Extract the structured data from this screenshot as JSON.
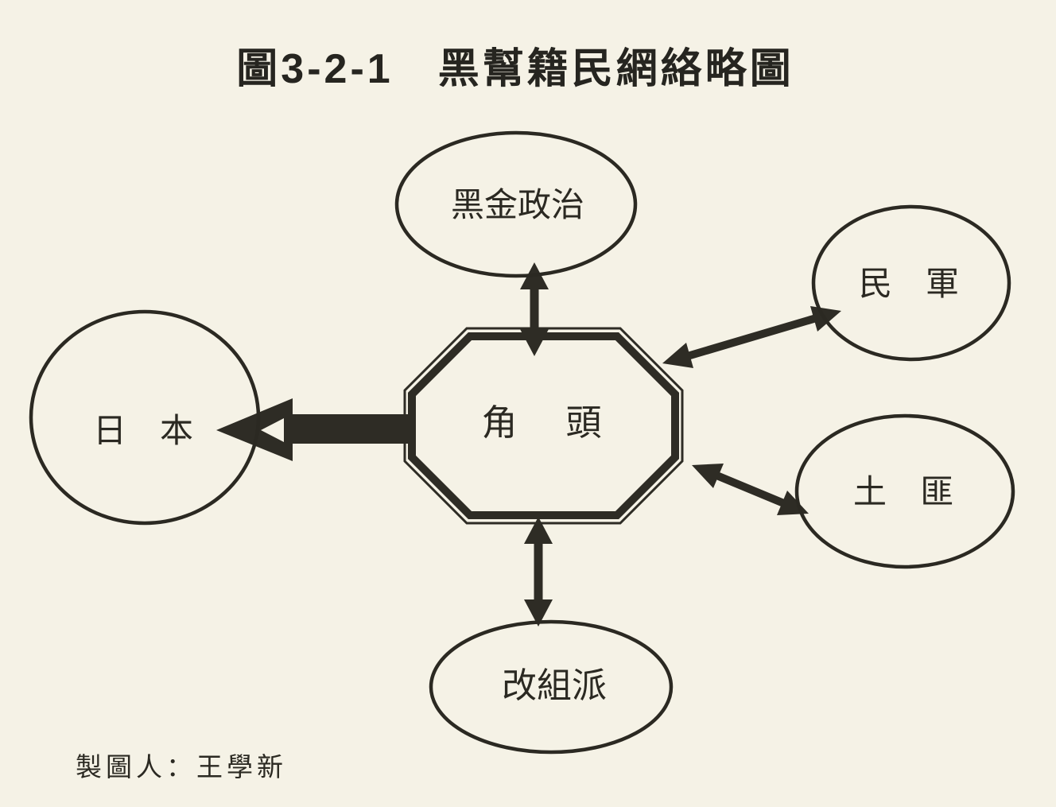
{
  "page": {
    "title": "圖3-2-1　黑幫籍民網絡略圖",
    "caption": "製圖人：王學新",
    "ink_color": "#2e2c25",
    "paper_color": "#f5f2e6"
  },
  "diagram": {
    "type": "network-sketch",
    "center_node": {
      "id": "jiaotou",
      "label": "角　頭",
      "shape": "double-octagon"
    },
    "nodes": [
      {
        "id": "heijin-zhengzhi",
        "label": "黑金政治",
        "shape": "ellipse",
        "position": "top"
      },
      {
        "id": "minjun",
        "label": "民　軍",
        "shape": "ellipse",
        "position": "upper-right"
      },
      {
        "id": "tufei",
        "label": "土　匪",
        "shape": "ellipse",
        "position": "lower-right"
      },
      {
        "id": "riben",
        "label": "日　本",
        "shape": "ellipse",
        "position": "left"
      },
      {
        "id": "gaizupai",
        "label": "改組派",
        "shape": "ellipse",
        "position": "bottom"
      }
    ],
    "edges": [
      {
        "from": "角頭",
        "to": "黑金政治",
        "style": "double-headed-arrow"
      },
      {
        "from": "角頭",
        "to": "民軍",
        "style": "double-headed-arrow"
      },
      {
        "from": "角頭",
        "to": "土匪",
        "style": "double-headed-arrow"
      },
      {
        "from": "角頭",
        "to": "日本",
        "style": "thick-arrow-to-japan"
      },
      {
        "from": "角頭",
        "to": "改組派",
        "style": "double-headed-arrow"
      }
    ]
  }
}
